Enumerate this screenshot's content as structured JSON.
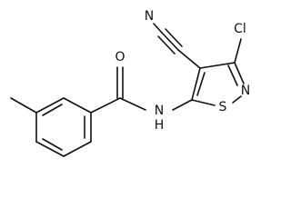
{
  "molecule": {
    "atoms": {
      "oxygen": "O",
      "amide_n": "N",
      "amide_h": "H",
      "ring_n": "N",
      "sulfur": "S",
      "chlorine": "Cl",
      "nitrile_n": "N"
    }
  }
}
